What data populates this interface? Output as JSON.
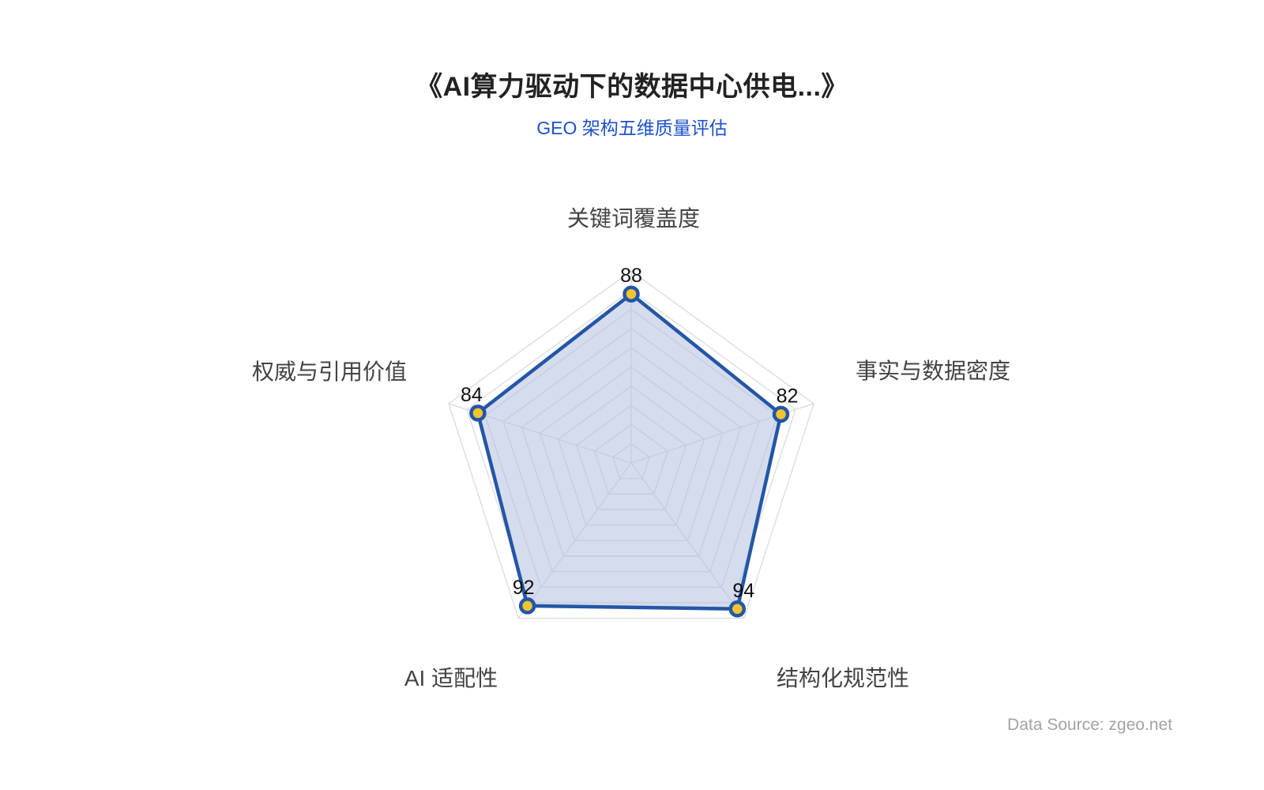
{
  "header": {
    "title": "《AI算力驱动下的数据中心供电...》",
    "subtitle": "GEO 架构五维质量评估"
  },
  "footer": {
    "source": "Data Source: zgeo.net"
  },
  "chart_data": {
    "type": "radar",
    "title": "《AI算力驱动下的数据中心供电...》",
    "subtitle": "GEO 架构五维质量评估",
    "axis_max": 100,
    "axis_min": 0,
    "ring_count": 10,
    "grid": true,
    "legend_position": "none",
    "indicators": [
      {
        "label": "关键词覆盖度",
        "value": 88
      },
      {
        "label": "事实与数据密度",
        "value": 82
      },
      {
        "label": "结构化规范性",
        "value": 94
      },
      {
        "label": "AI 适配性",
        "value": 92
      },
      {
        "label": "权威与引用价值",
        "value": 84
      }
    ],
    "colors": {
      "series_line": "#2456a7",
      "series_fill": "#b1bfe0",
      "point_fill": "#f0c432",
      "point_border": "#2456a7",
      "grid_line": "#dddddd",
      "value_label": "#111111",
      "axis_label": "#434343",
      "subtitle": "#1e51c9",
      "title": "#222222",
      "source_text": "#a3a3a3"
    }
  }
}
